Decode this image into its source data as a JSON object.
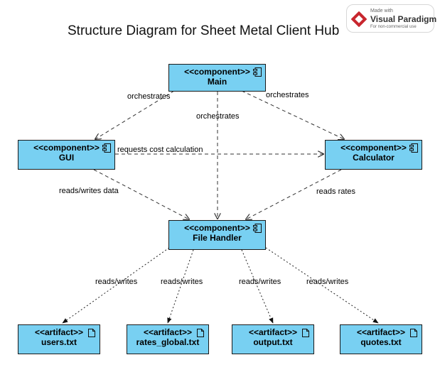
{
  "title": "Structure Diagram for Sheet Metal Client Hub",
  "watermark": {
    "made_with": "Made with",
    "brand": "Visual Paradigm",
    "subtitle": "For non-commercial use"
  },
  "colors": {
    "node_fill": "#78d0f2",
    "node_border": "#1a1a1a",
    "edge": "#333333"
  },
  "components": [
    {
      "stereotype": "<<component>>",
      "name": "Main"
    },
    {
      "stereotype": "<<component>>",
      "name": "GUI"
    },
    {
      "stereotype": "<<component>>",
      "name": "Calculator"
    },
    {
      "stereotype": "<<component>>",
      "name": "File Handler"
    }
  ],
  "artifacts": [
    {
      "stereotype": "<<artifact>>",
      "name": "users.txt"
    },
    {
      "stereotype": "<<artifact>>",
      "name": "rates_global.txt"
    },
    {
      "stereotype": "<<artifact>>",
      "name": "output.txt"
    },
    {
      "stereotype": "<<artifact>>",
      "name": "quotes.txt"
    }
  ],
  "edges": [
    {
      "from": "Main",
      "to": "GUI",
      "label": "orchestrates"
    },
    {
      "from": "Main",
      "to": "Calculator",
      "label": "orchestrates"
    },
    {
      "from": "Main",
      "to": "File Handler",
      "label": "orchestrates"
    },
    {
      "from": "GUI",
      "to": "Calculator",
      "label": "requests cost calculation"
    },
    {
      "from": "GUI",
      "to": "File Handler",
      "label": "reads/writes data"
    },
    {
      "from": "Calculator",
      "to": "File Handler",
      "label": "reads rates"
    },
    {
      "from": "File Handler",
      "to": "users.txt",
      "label": "reads/writes"
    },
    {
      "from": "File Handler",
      "to": "rates_global.txt",
      "label": "reads/writes"
    },
    {
      "from": "File Handler",
      "to": "output.txt",
      "label": "reads/writes"
    },
    {
      "from": "File Handler",
      "to": "quotes.txt",
      "label": "reads/writes"
    }
  ]
}
